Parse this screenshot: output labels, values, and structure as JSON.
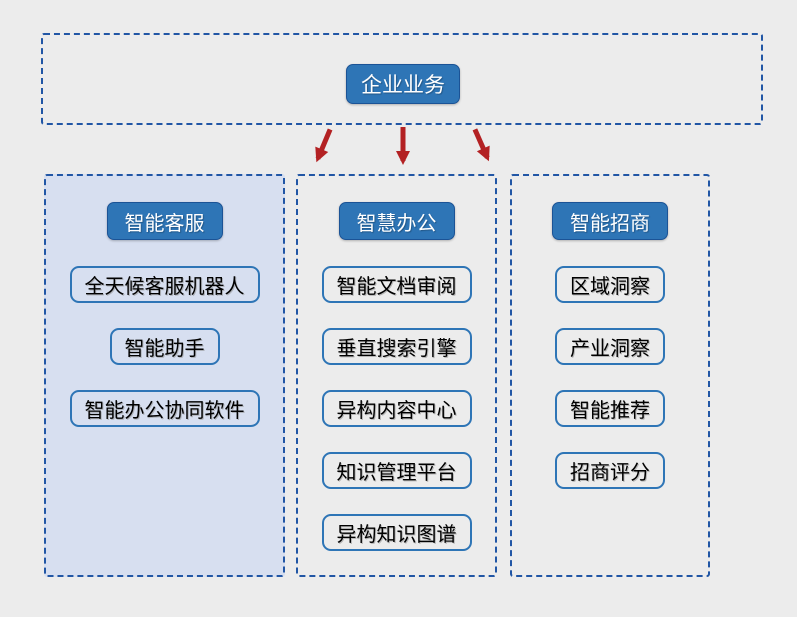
{
  "diagram": {
    "root_label": "企业业务",
    "columns": [
      {
        "title": "智能客服",
        "highlighted": true,
        "items": [
          "全天候客服机器人",
          "智能助手",
          "智能办公协同软件"
        ]
      },
      {
        "title": "智慧办公",
        "highlighted": false,
        "items": [
          "智能文档审阅",
          "垂直搜索引擎",
          "异构内容中心",
          "知识管理平台",
          "异构知识图谱"
        ]
      },
      {
        "title": "智能招商",
        "highlighted": false,
        "items": [
          "区域洞察",
          "产业洞察",
          "智能推荐",
          "招商评分"
        ]
      }
    ],
    "arrows": [
      "down-left",
      "down",
      "down-right"
    ]
  },
  "colors": {
    "background": "#ececec",
    "node_fill": "#2e75b6",
    "node_border": "#1b5396",
    "node_text": "#ffffff",
    "dashed_border": "#2156a5",
    "column1_fill": "#d7dff0",
    "item_border": "#2e75b6",
    "item_text": "#000000",
    "arrow_red": "#b32123"
  }
}
